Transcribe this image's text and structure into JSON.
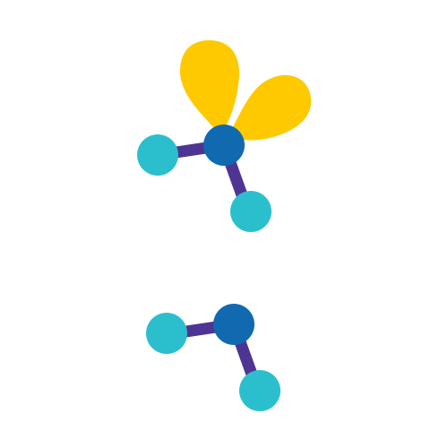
{
  "colors": {
    "background": "#ffffff",
    "central_atom": "#1169b0",
    "terminal_atom": "#2bbfce",
    "bond": "#4e3493",
    "lone_pair_lobe": "#ffc900"
  },
  "molecules": [
    {
      "name": "molecule-with-lone-pairs",
      "atoms": [
        {
          "role": "central",
          "icon": "central-atom"
        },
        {
          "role": "terminal",
          "icon": "terminal-atom"
        },
        {
          "role": "terminal",
          "icon": "terminal-atom"
        }
      ],
      "bonds": 2,
      "lone_pairs": 2
    },
    {
      "name": "molecule-without-lone-pairs",
      "atoms": [
        {
          "role": "central",
          "icon": "central-atom"
        },
        {
          "role": "terminal",
          "icon": "terminal-atom"
        },
        {
          "role": "terminal",
          "icon": "terminal-atom"
        }
      ],
      "bonds": 2,
      "lone_pairs": 0
    }
  ]
}
